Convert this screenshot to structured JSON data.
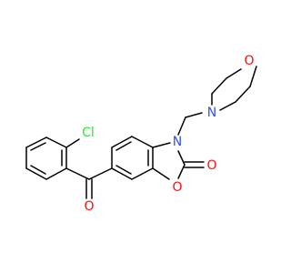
{
  "colors": {
    "background": "#ffffff",
    "bond": "#000000",
    "oxygen": "#ff0d0d",
    "nitrogen": "#3050f8",
    "chlorine": "#1ff01f"
  },
  "molecule": {
    "atom_labels": {
      "chlorine": "Cl",
      "ketone_oxygen": "O",
      "ring_nitrogen": "N",
      "morpholine_nitrogen": "N",
      "morpholine_oxygen": "O",
      "carbonyl_oxygen": "O",
      "ring_oxygen": "O"
    }
  }
}
